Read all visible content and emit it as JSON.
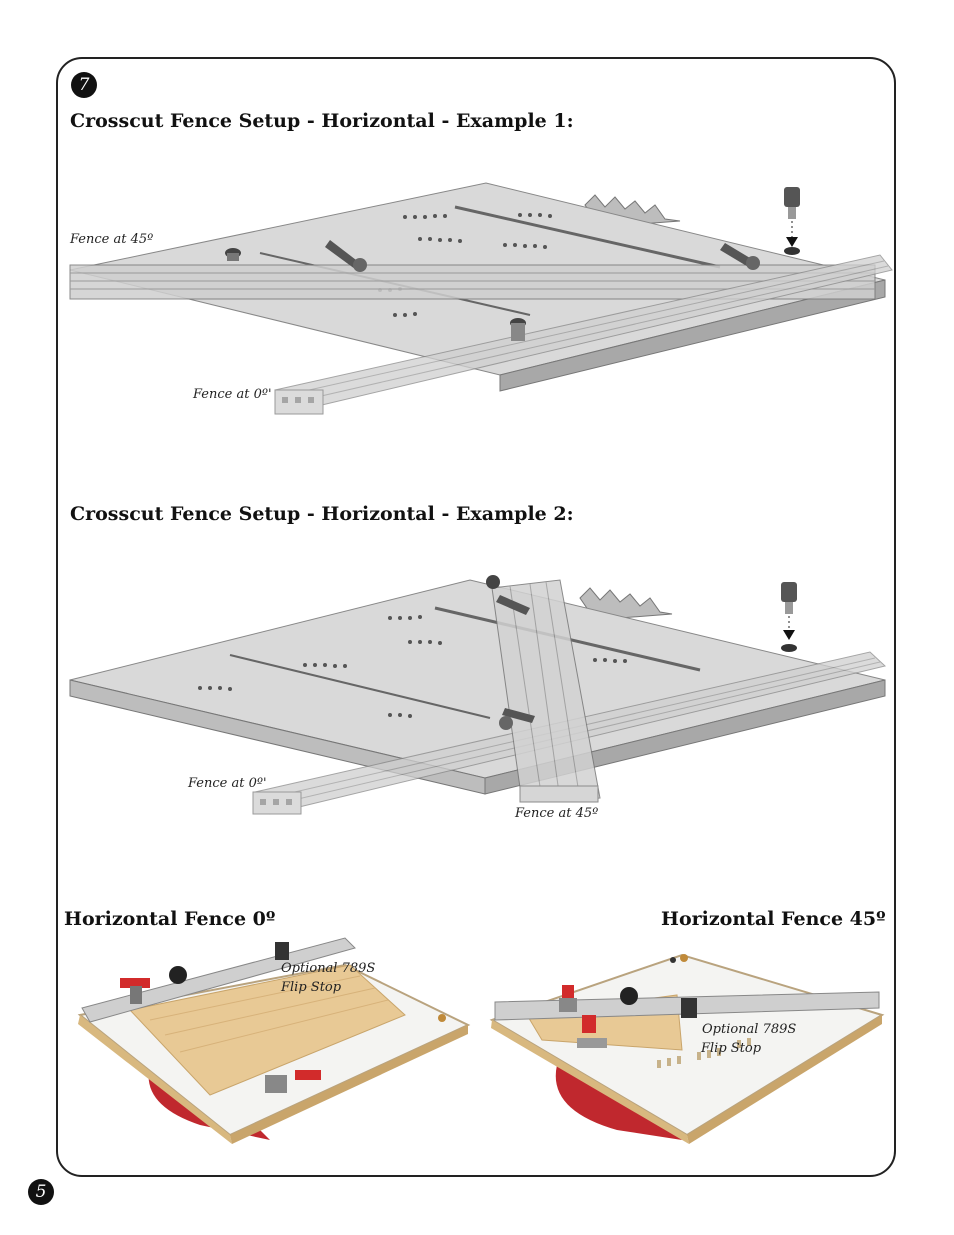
{
  "page": {
    "step_number": "7",
    "page_number": "5"
  },
  "example1": {
    "heading": "Crosscut Fence Setup - Horizontal - Example 1:",
    "label_fence_45": "Fence at 45º",
    "label_fence_0": "Fence at 0º'"
  },
  "example2": {
    "heading": "Crosscut Fence Setup - Horizontal - Example 2:",
    "label_fence_0": "Fence at 0º'",
    "label_fence_45": "Fence at 45º"
  },
  "photo_left": {
    "heading": "Horizontal Fence 0º",
    "caption_line1": "Optional 789S",
    "caption_line2": "Flip Stop"
  },
  "photo_right": {
    "heading": "Horizontal Fence 45º",
    "caption_line1": "Optional 789S",
    "caption_line2": "Flip Stop"
  },
  "colors": {
    "plate": "#d6d6d6",
    "plate_edge": "#a9a9a9",
    "wood": "#e8c995",
    "blade_red": "#c0282e",
    "clamp_red": "#d22b2b",
    "table_white": "#f4f4f2"
  }
}
